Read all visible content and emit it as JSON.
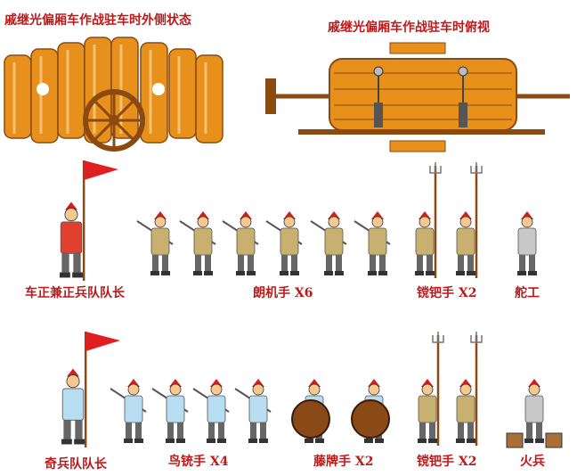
{
  "titles": {
    "side_view": "戚继光偏厢车作战驻车时外侧状态",
    "top_view": "戚继光偏厢车作战驻车时俯视"
  },
  "row1_labels": [
    "车正兼正兵队队长",
    "朗机手 X6",
    "镋钯手 X2",
    "舵工"
  ],
  "row2_labels": [
    "奇兵队队长",
    "鸟铳手 X4",
    "藤牌手 X2",
    "镋钯手 X2",
    "火兵"
  ],
  "colors": {
    "label": "#c01818",
    "wood": "#e8901c",
    "wood_dark": "#8a4a10",
    "flag": "#e02020"
  }
}
